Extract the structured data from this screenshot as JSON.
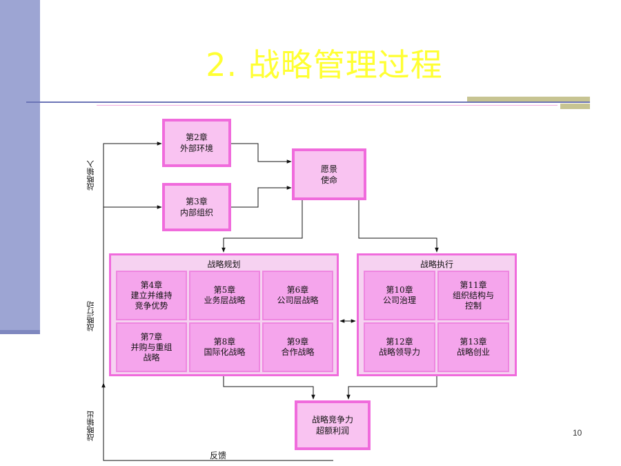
{
  "slide": {
    "title": "2. 战略管理过程",
    "page_number": "10"
  },
  "diagram": {
    "ch2": "第2章\n外部环境",
    "ch3": "第3章\n内部组织",
    "vision": "愿景\n使命",
    "planning": {
      "header": "战略规划",
      "cells": [
        "第4章\n建立并维持\n竞争优势",
        "第5章\n业务层战略",
        "第6章\n公司层战略",
        "第7章\n并购与重组\n战略",
        "第8章\n国际化战略",
        "第9章\n合作战略"
      ]
    },
    "execution": {
      "header": "战略执行",
      "cells": [
        "第10章\n公司治理",
        "第11章\n组织结构与\n控制",
        "第12章\n战略领导力",
        "第13章\n战略创业"
      ]
    },
    "outcome": "战略竞争力\n超额利润",
    "side_labels": {
      "input": "战略输入",
      "action": "战略行动",
      "output": "战略输出"
    },
    "feedback": "反馈"
  }
}
